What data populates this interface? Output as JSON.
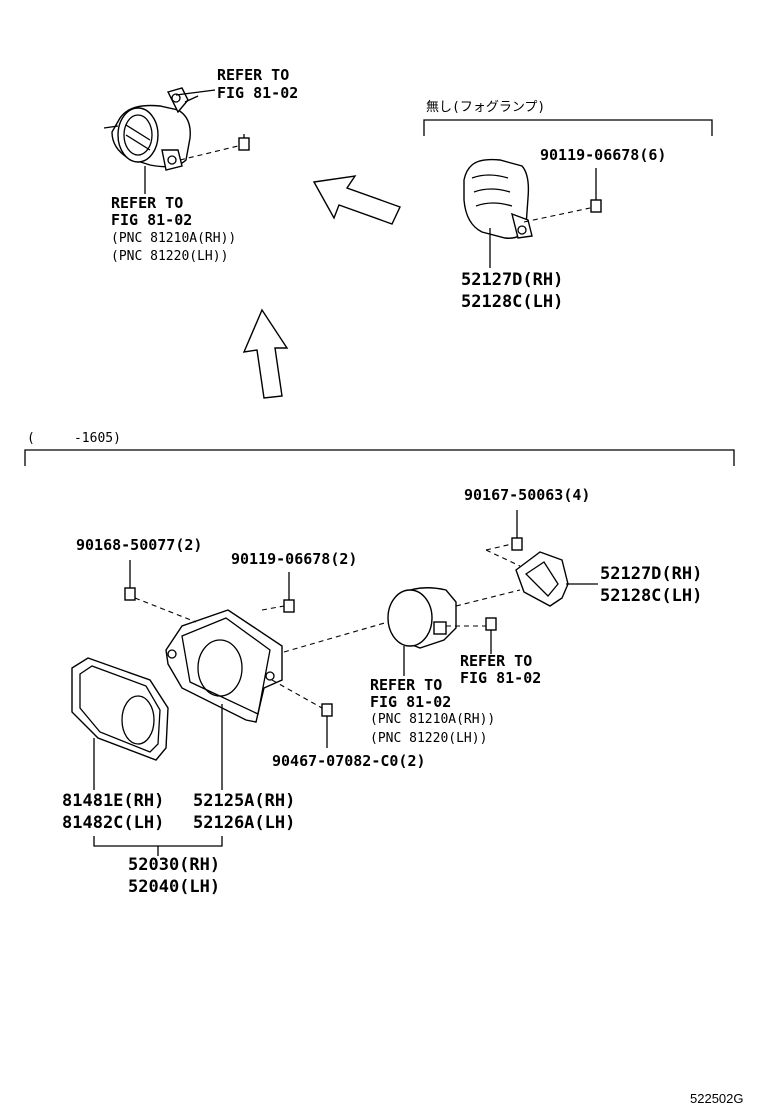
{
  "top_left": {
    "refer_top": [
      "REFER TO",
      "FIG 81-02"
    ],
    "refer_bottom": [
      "REFER TO",
      "FIG 81-02",
      "(PNC 81210A(RH))",
      "(PNC 81220(LH))"
    ]
  },
  "top_right": {
    "header": "無し(フォグランプ)",
    "bolt": "90119-06678(6)",
    "parts": [
      "52127D(RH)",
      "52128C(LH)"
    ]
  },
  "bottom": {
    "header": "(     -1605)",
    "bolt_a": "90167-50063(4)",
    "bolt_b": "90168-50077(2)",
    "bolt_c": "90119-06678(2)",
    "bracket": [
      "52127D(RH)",
      "52128C(LH)"
    ],
    "refer_right": [
      "REFER TO",
      "FIG 81-02"
    ],
    "refer_lamp": [
      "REFER TO",
      "FIG 81-02",
      "(PNC 81210A(RH))",
      "(PNC 81220(LH))"
    ],
    "screw": "90467-07082-C0(2)",
    "bezel": [
      "81481E(RH)",
      "81482C(LH)"
    ],
    "housing": [
      "52125A(RH)",
      "52126A(LH)"
    ],
    "assembly": [
      "52030(RH)",
      "52040(LH)"
    ]
  },
  "diagram_id": "522502G"
}
